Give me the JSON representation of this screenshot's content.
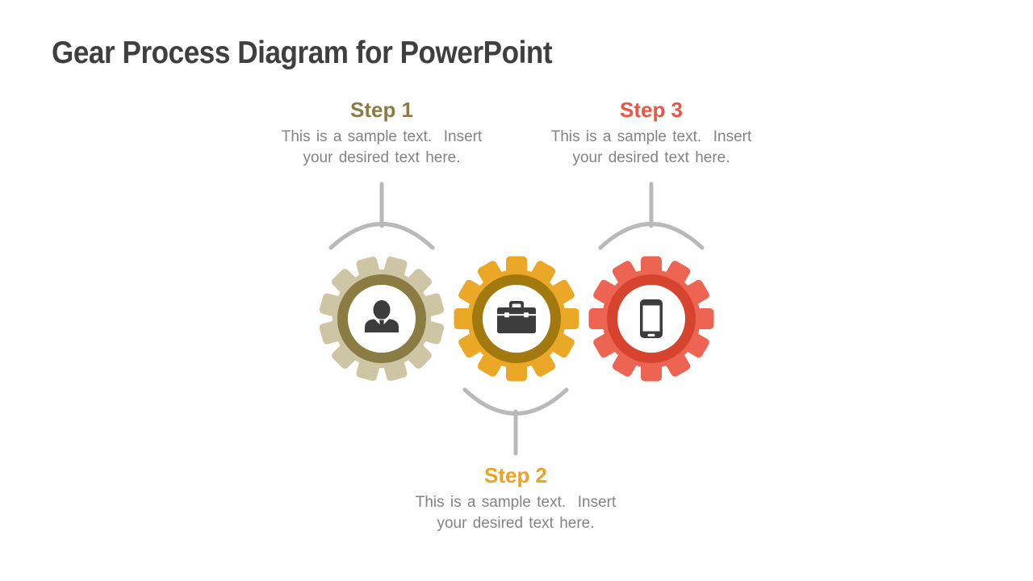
{
  "title": "Gear Process Diagram for PowerPoint",
  "title_color": "#3F3F3F",
  "background_color": "#FFFFFF",
  "connector_color": "#B9B9B9",
  "icon_color": "#3C3C3C",
  "body_text_color": "#838383",
  "steps": [
    {
      "label": "Step 1",
      "description": "This is a sample text.  Insert\nyour desired text here.",
      "accent_color": "#8A7C42",
      "gear_body_color": "#CEC5A4",
      "gear_ring_color": "#8A7C42",
      "icon": "businessman-icon"
    },
    {
      "label": "Step 2",
      "description": "This is a sample text.  Insert\nyour desired text here.",
      "accent_color": "#EAA424",
      "gear_body_color": "#EAA826",
      "gear_ring_color": "#A1790F",
      "icon": "briefcase-icon"
    },
    {
      "label": "Step 3",
      "description": "This is a sample text.  Insert\nyour desired text here.",
      "accent_color": "#E85744",
      "gear_body_color": "#ED6552",
      "gear_ring_color": "#D64430",
      "icon": "smartphone-icon"
    }
  ]
}
